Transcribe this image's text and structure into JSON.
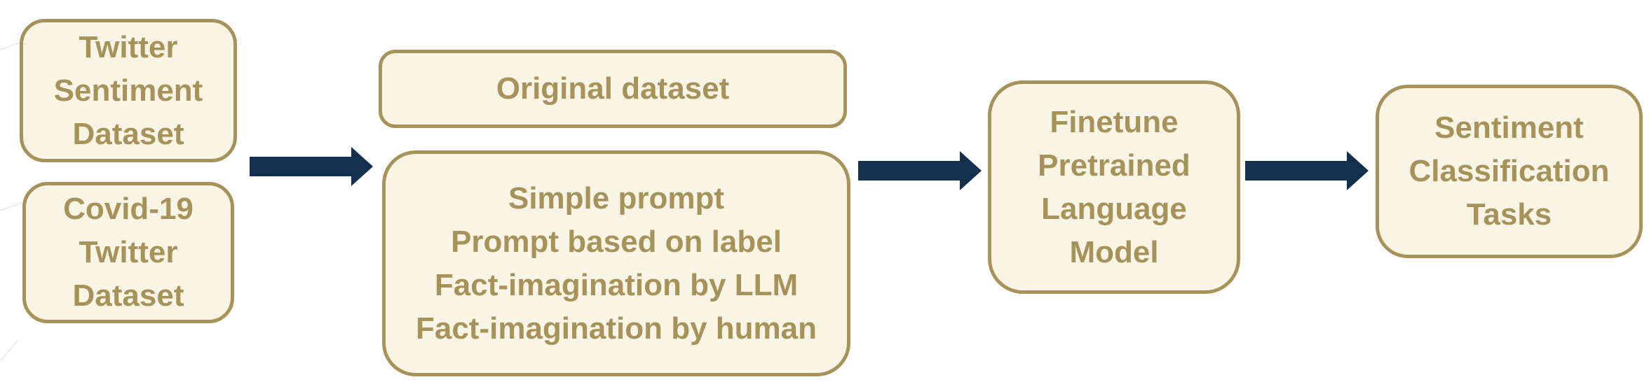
{
  "colors": {
    "box_fill": "#f9f5e6",
    "box_border": "#a7935a",
    "text": "#a7935a",
    "arrow": "#14304f"
  },
  "datasets": {
    "twitter_sentiment": [
      "Twitter",
      "Sentiment",
      "Dataset"
    ],
    "covid19_twitter": [
      "Covid-19",
      "Twitter",
      "Dataset"
    ]
  },
  "original_dataset": "Original dataset",
  "augmentation_methods": [
    "Simple prompt",
    "Prompt based on label",
    "Fact-imagination by LLM",
    "Fact-imagination by human"
  ],
  "finetune_model": [
    "Finetune",
    "Pretrained",
    "Language",
    "Model"
  ],
  "sentiment_tasks": [
    "Sentiment",
    "Classification",
    "Tasks"
  ]
}
